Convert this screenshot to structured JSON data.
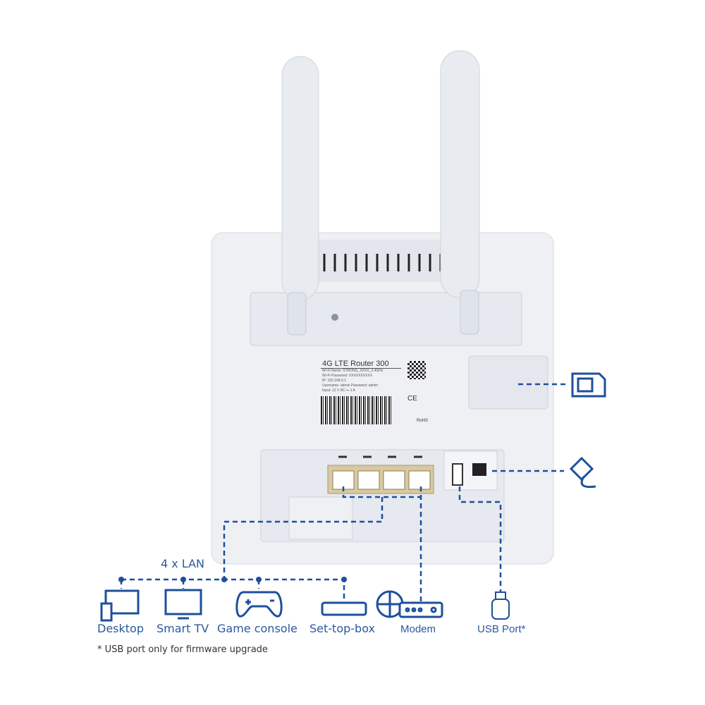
{
  "colors": {
    "accent": "#1e4f9c",
    "router_body": "#eef0f4",
    "port": "#d9c9a0"
  },
  "router_label": {
    "title": "4G LTE Router 300",
    "lines": [
      "Wi-Fi Name: STRONG_XXXX_2.4GHz",
      "Wi-Fi Password: XXXXXXXXXX",
      "IP: 192.168.0.1",
      "Username: admin Password: admin",
      "Input: 12 V DC ⎓ 1 A"
    ],
    "marks": [
      "CE",
      "RoHS"
    ]
  },
  "diagram": {
    "lan_label": "4 x LAN",
    "devices": [
      {
        "label": "Desktop",
        "icon": "desktop-icon"
      },
      {
        "label": "Smart TV",
        "icon": "tv-icon"
      },
      {
        "label": "Game console",
        "icon": "gamepad-icon"
      },
      {
        "label": "Set-top-box",
        "icon": "set-top-box-icon"
      },
      {
        "label": "Modem",
        "icon": "modem-globe-icon"
      },
      {
        "label": "USB Port*",
        "icon": "usb-stick-icon"
      }
    ],
    "side_icons": [
      "sim-card-icon",
      "power-plug-icon"
    ],
    "footnote": "* USB port only for firmware upgrade"
  }
}
